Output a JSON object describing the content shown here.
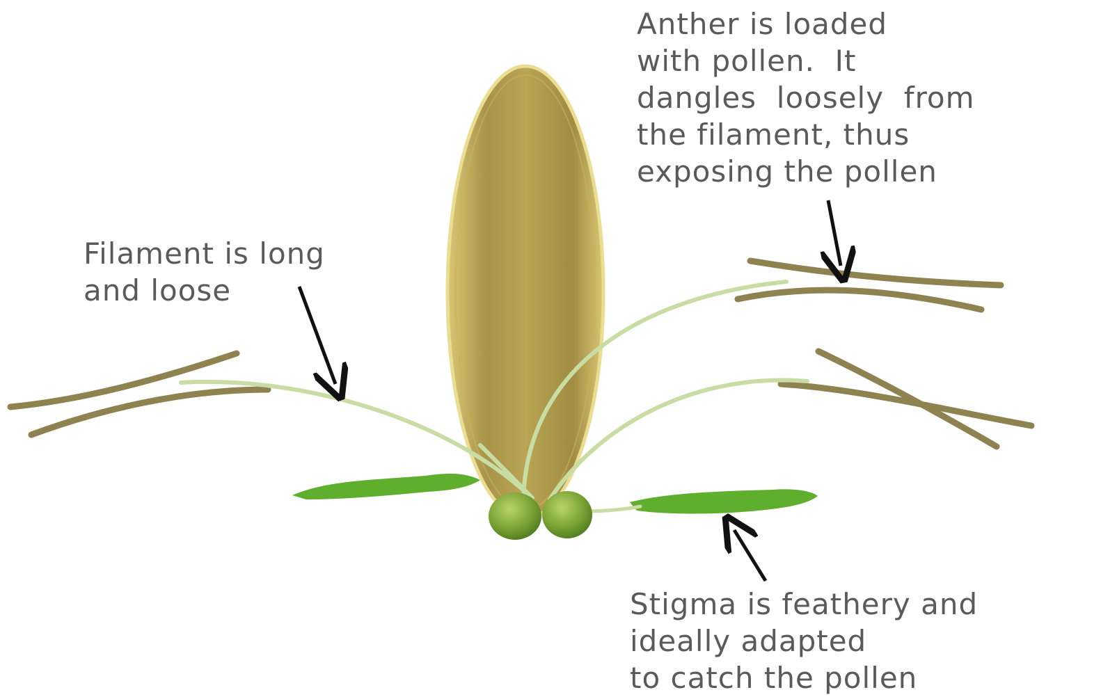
{
  "annotations": {
    "anther": [
      "Anther is loaded",
      "with pollen.  It",
      "dangles  loosely  from",
      "the filament, thus",
      "exposing the pollen"
    ],
    "filament": [
      "Filament is long",
      "and loose"
    ],
    "stigma": [
      "Stigma is feathery and",
      "ideally adapted",
      "to catch the pollen"
    ]
  },
  "colors": {
    "text": "#5a5a5a",
    "glume": "#b39d49",
    "glume_edge": "#e8d98a",
    "anther": "#8d8250",
    "filament": "#c7dda3",
    "stigma": "#5fae2e",
    "ovary": "#6f9a2c",
    "arrow": "#111111"
  }
}
